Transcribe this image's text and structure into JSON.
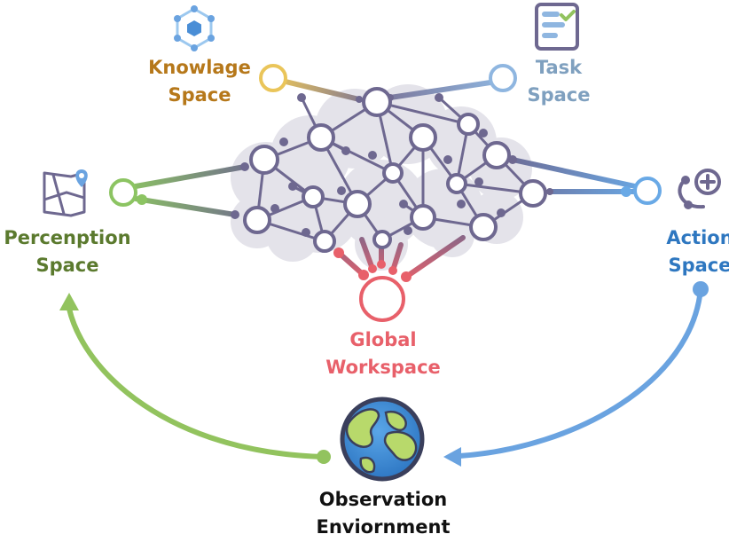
{
  "labels": {
    "knowledge": {
      "line1": "Knowlage",
      "line2": "Space"
    },
    "task": {
      "line1": "Task",
      "line2": "Space"
    },
    "perception": {
      "line1": "Percenption",
      "line2": "Space"
    },
    "action": {
      "line1": "Action",
      "line2": "Space"
    },
    "global": {
      "line1": "Global",
      "line2": "Workspace"
    },
    "observation": {
      "line1": "Observation",
      "line2": "Enviornment"
    }
  },
  "colors": {
    "knowledge": "#b6781a",
    "task": "#7fa0bf",
    "perception": "#5b7a2e",
    "action": "#2e77c0",
    "global": "#e8606a",
    "observation": "#111111",
    "network_node": "#6e6890",
    "cloud": "#e4e3ea",
    "perception_arrow": "#92c35e",
    "action_arrow": "#6aa3e0"
  },
  "icons": {
    "knowledge": "hexagon-network-icon",
    "task": "checklist-icon",
    "perception": "map-pin-icon",
    "action": "action-cycle-icon",
    "observation": "globe-icon"
  }
}
